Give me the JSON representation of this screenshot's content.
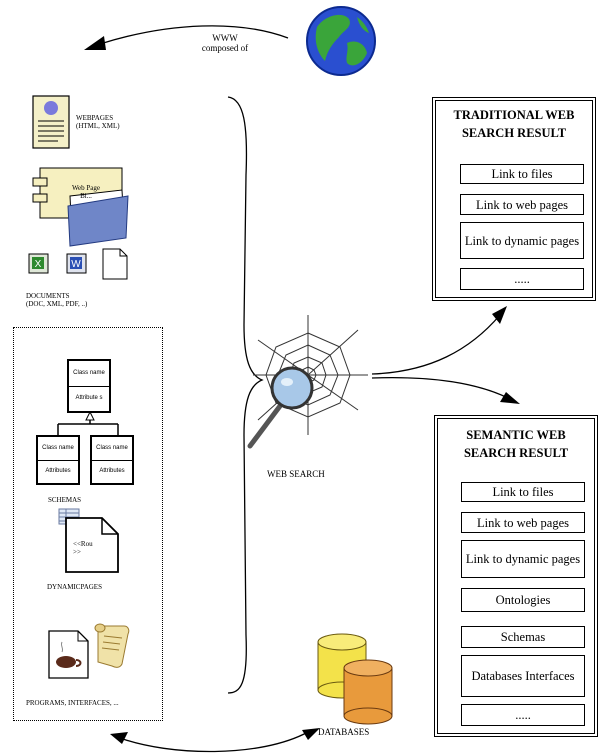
{
  "www": {
    "line1": "WWW",
    "line2": "composed of"
  },
  "left": {
    "webpages": {
      "line1": "WEBPAGES",
      "line2": "(HTML, XML)"
    },
    "folder_label": {
      "line1": "Web Page",
      "line2": "Bi..."
    },
    "documents": {
      "line1": "DOCUMENTS",
      "line2": "(DOC, XML, PDF, ..)"
    },
    "schema": {
      "top_class": {
        "name": "Class name",
        "attrs": "Attribute s"
      },
      "left_class": {
        "name": "Class name",
        "attrs": "Attributes"
      },
      "right_class": {
        "name": "Class name",
        "attrs": "Attributes"
      },
      "label": "SCHEMAS"
    },
    "dynamic_doc_text": {
      "line1": "<<Rou",
      "line2": ">>"
    },
    "dynamic_label": "DYNAMICPAGES",
    "programs_label": "PROGRAMS, INTERFACES, ..."
  },
  "center": {
    "web_search_label": "WEB SEARCH"
  },
  "databases_label": "DATABASES",
  "traditional": {
    "title_line1": "TRADITIONAL WEB",
    "title_line2": "SEARCH RESULT",
    "links": [
      "Link to files",
      "Link to web pages",
      "Link to dynamic pages",
      "....."
    ]
  },
  "semantic": {
    "title_line1": "SEMANTIC WEB",
    "title_line2": "SEARCH RESULT",
    "links": [
      "Link to files",
      "Link to web pages",
      "Link to dynamic pages",
      "Ontologies",
      "Schemas",
      "Databases Interfaces",
      "....."
    ]
  },
  "colors": {
    "globe_ocean": "#2a4fd0",
    "globe_land": "#3aa53a",
    "db_yellow": "#f3e24a",
    "db_orange": "#e89a3c",
    "magnifier": "#a8c8e8"
  }
}
